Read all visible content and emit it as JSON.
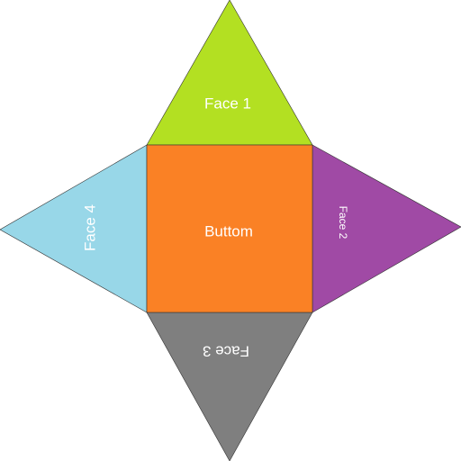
{
  "net": {
    "bottom": {
      "label": "Buttom",
      "color": "#FA8125"
    },
    "face1": {
      "label": "Face 1",
      "color": "#B3E022"
    },
    "face2": {
      "label": "Face 2",
      "color": "#A04AA5"
    },
    "face3": {
      "label": "Face 3",
      "color": "#7F7F7F"
    },
    "face4": {
      "label": "Face 4",
      "color": "#98D7E8"
    }
  }
}
